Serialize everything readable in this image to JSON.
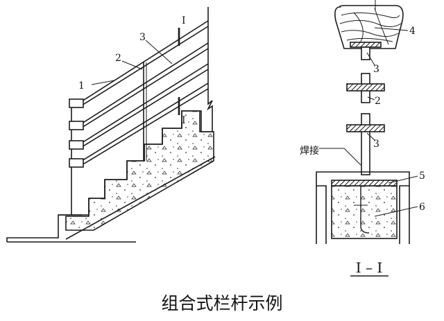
{
  "caption": "组合式栏杆示例",
  "section_label": "I – I",
  "section_marks": [
    "I",
    "I"
  ],
  "weld_label": "焊接",
  "callouts": {
    "left": [
      "1",
      "2",
      "3"
    ],
    "right_top": [
      "4",
      "3"
    ],
    "right_mid": [
      "2",
      "3"
    ],
    "right_base": [
      "5",
      "6"
    ]
  },
  "colors": {
    "line": "#1a1a1a",
    "fill_grey": "#9a9a9a"
  }
}
